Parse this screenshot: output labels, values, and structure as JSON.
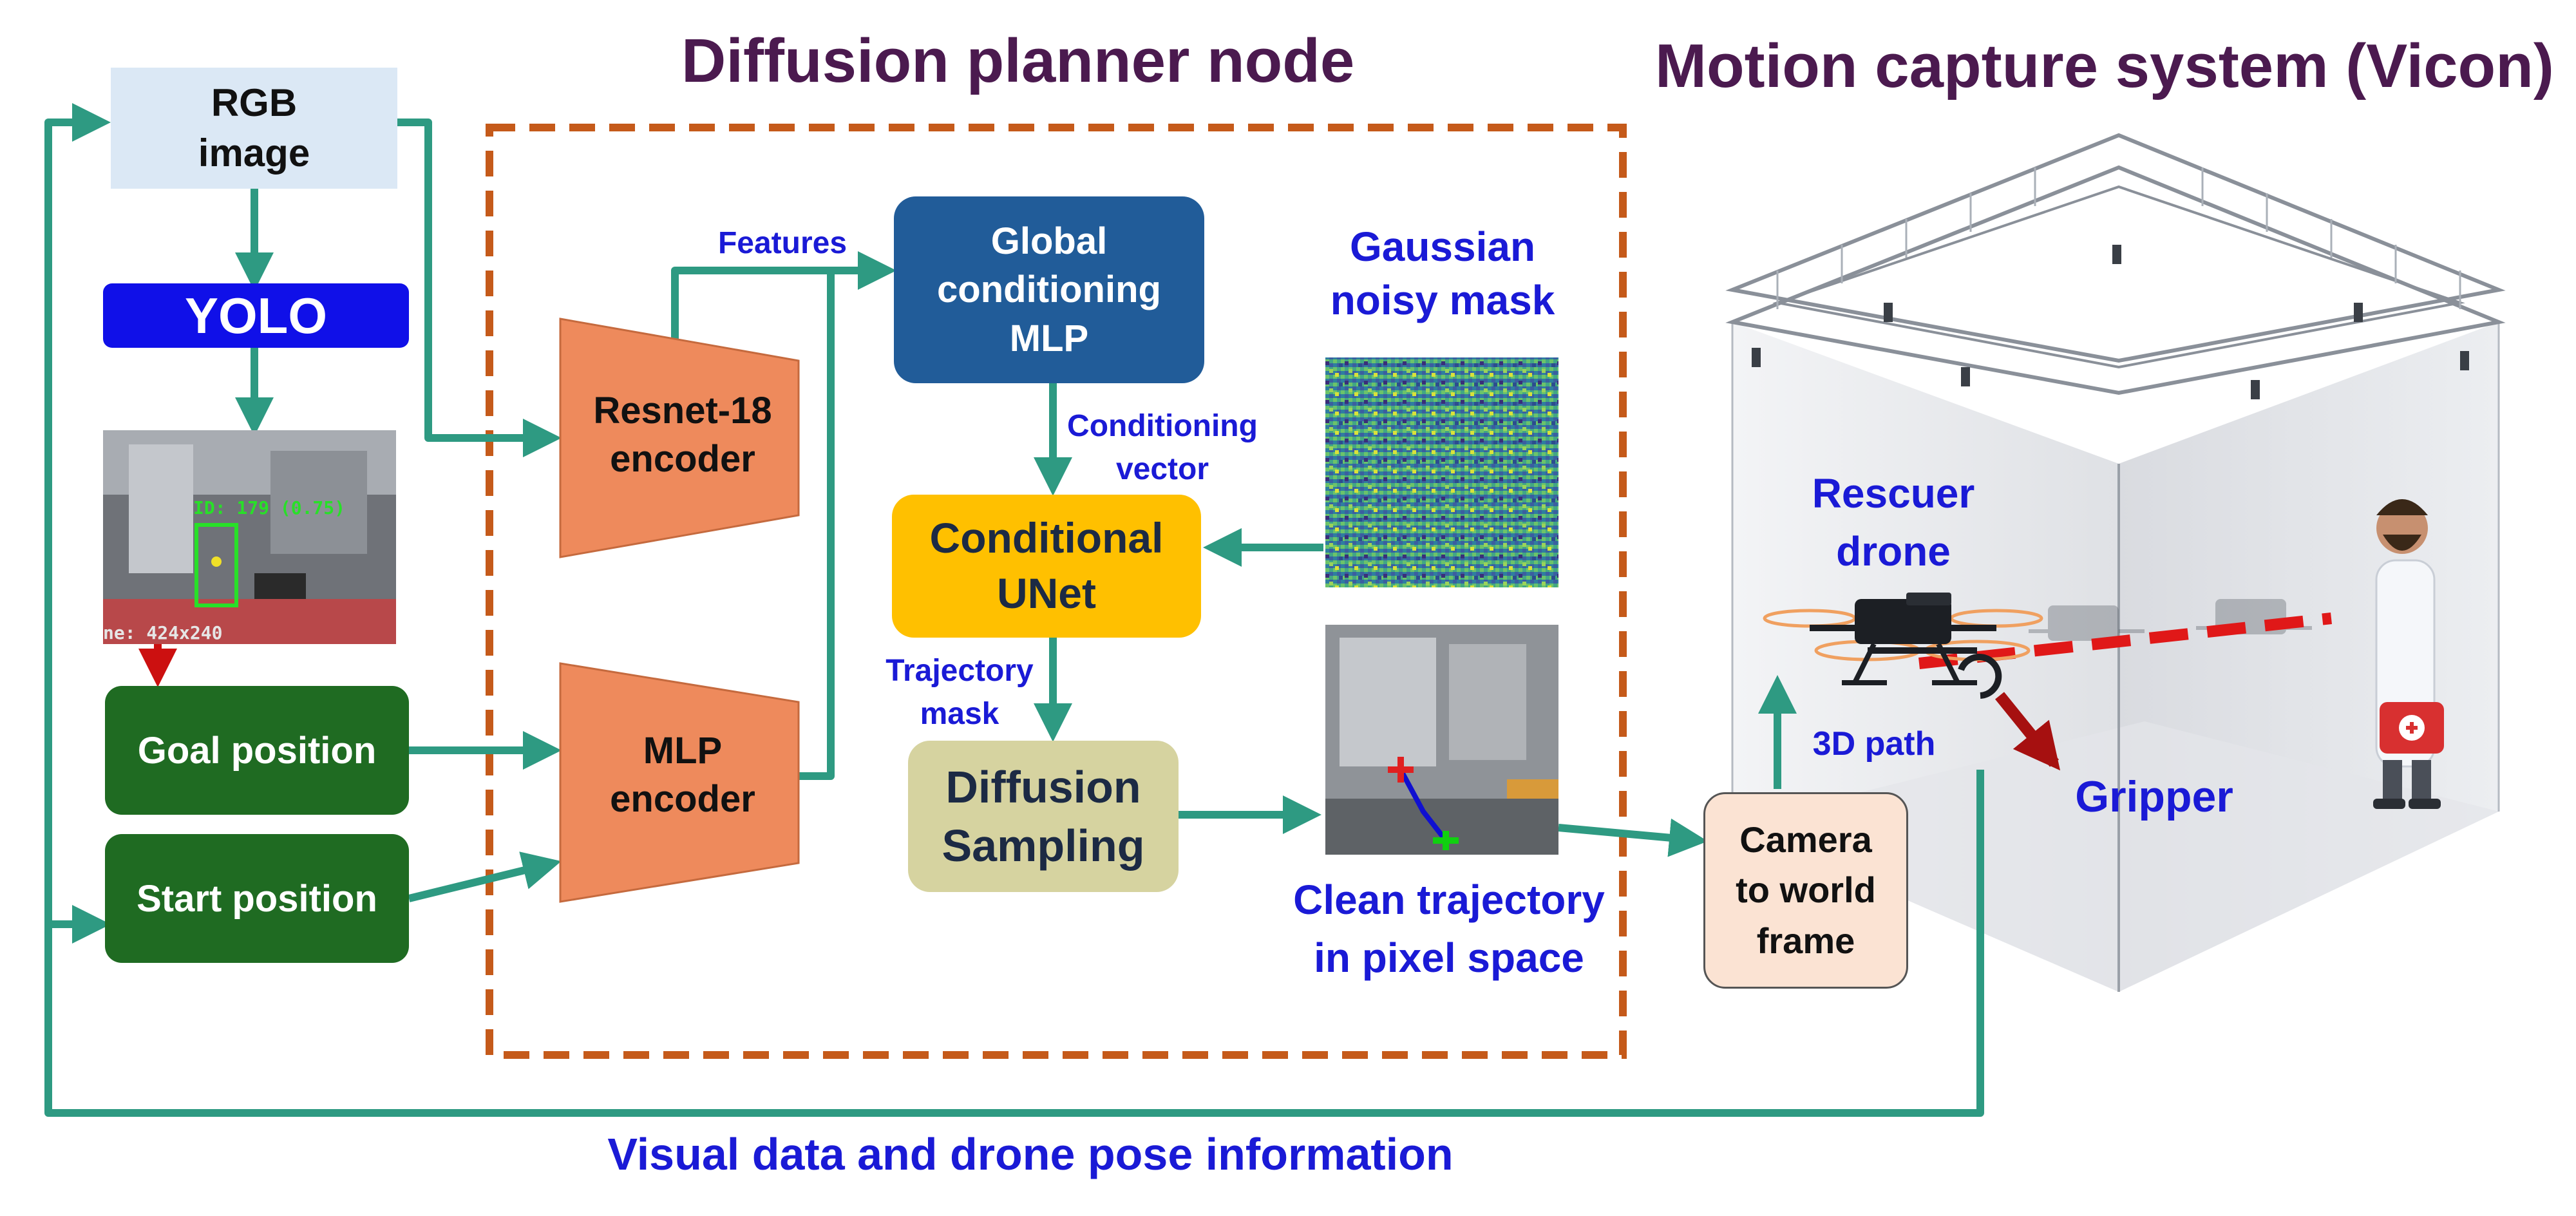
{
  "titles": {
    "planner": "Diffusion planner node",
    "mocap": "Motion capture system (Vicon)"
  },
  "nodes": {
    "rgb": "RGB\nimage",
    "yolo": "YOLO",
    "goal": "Goal position",
    "start": "Start position",
    "resnet": "Resnet-18\nencoder",
    "mlp_encoder": "MLP\nencoder",
    "global_mlp": "Global\nconditioning\nMLP",
    "unet": "Conditional\nUNet",
    "diffusion": "Diffusion\nSampling",
    "camera": "Camera\nto world\nframe"
  },
  "labels": {
    "features": "Features",
    "conditioning_vector": "Conditioning\nvector",
    "trajectory_mask": "Trajectory\nmask",
    "gaussian_mask": "Gaussian\nnoisy mask",
    "clean_trajectory": "Clean trajectory\nin pixel space",
    "rescuer_drone": "Rescuer\ndrone",
    "path_3d": "3D path",
    "gripper": "Gripper",
    "visual_data": "Visual data and drone pose information"
  },
  "detection_image": {
    "caption": "ID: 179 (0.75)",
    "resolution": "ne: 424x240"
  },
  "colors": {
    "arrow": "#2e9a82",
    "title": "#4b1a4f",
    "label_blue": "#1a1ad6",
    "dashed_frame": "#c55a1a",
    "rgb_fill": "#dbe8f5",
    "yolo_fill": "#1010e8",
    "green_box": "#1f6b22",
    "encoder_fill": "#ee8a5c",
    "global_mlp_fill": "#215c99",
    "unet_fill": "#ffc000",
    "diffusion_fill": "#d6d3a0",
    "camera_fill": "#fbe3d3",
    "red_arrow": "#cc1010"
  }
}
